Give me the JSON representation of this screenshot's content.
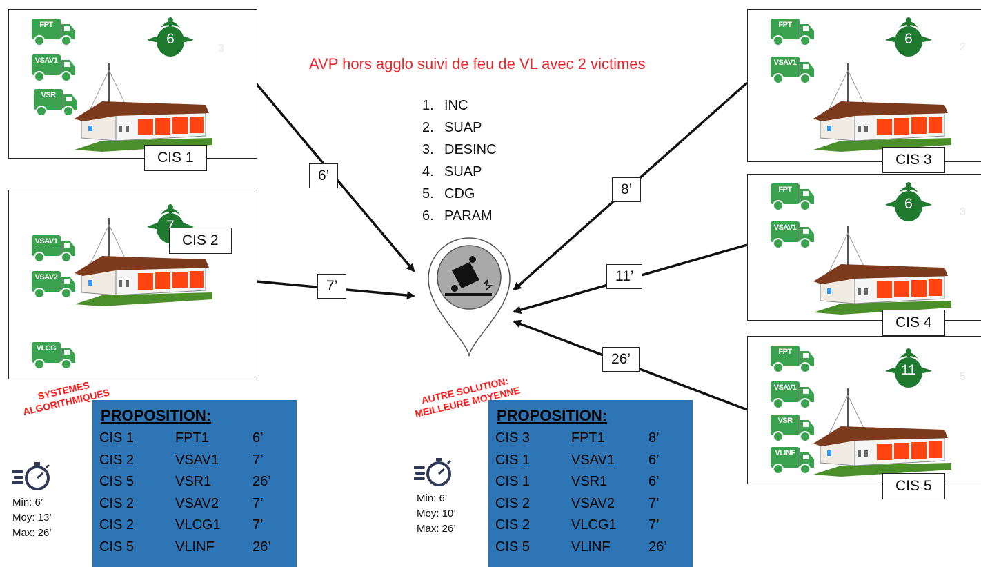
{
  "title": "AVP hors agglo suivi de feu de VL avec 2 victimes",
  "priority_list": [
    {
      "num": "1.",
      "label": "INC"
    },
    {
      "num": "2.",
      "label": "SUAP"
    },
    {
      "num": "3.",
      "label": "DESINC"
    },
    {
      "num": "4.",
      "label": "SUAP"
    },
    {
      "num": "5.",
      "label": "CDG"
    },
    {
      "num": "6.",
      "label": "PARAM"
    }
  ],
  "stations": [
    {
      "label": "CIS 1",
      "helmet": "6",
      "ghost": "3",
      "trucks": [
        "FPT",
        "VSAV1",
        "VSR"
      ],
      "time": "6’"
    },
    {
      "label": "CIS 2",
      "helmet": "7",
      "ghost": "",
      "trucks": [
        "VSAV1",
        "VSAV2",
        "VLCG"
      ],
      "time": "7’"
    },
    {
      "label": "CIS 3",
      "helmet": "6",
      "ghost": "2",
      "trucks": [
        "FPT",
        "VSAV1"
      ],
      "time": "8’"
    },
    {
      "label": "CIS 4",
      "helmet": "6",
      "ghost": "3",
      "trucks": [
        "FPT",
        "VSAV1"
      ],
      "time": "11’"
    },
    {
      "label": "CIS 5",
      "helmet": "11",
      "ghost": "5",
      "trucks": [
        "FPT",
        "VSAV1",
        "VSR",
        "VLINF"
      ],
      "time": "26’"
    }
  ],
  "left_panel": {
    "annotation": [
      "SYSTEMES",
      "ALGORITHMIQUES"
    ],
    "heading": "PROPOSITION:",
    "rows": [
      [
        "CIS 1",
        "FPT1",
        "6’"
      ],
      [
        "CIS 2",
        "VSAV1",
        "7’"
      ],
      [
        "CIS 5",
        "VSR1",
        "26’"
      ],
      [
        "CIS 2",
        "VSAV2",
        "7’"
      ],
      [
        "CIS 2",
        "VLCG1",
        "7’"
      ],
      [
        "CIS 5",
        "VLINF",
        "26’"
      ]
    ],
    "stats": [
      "Min: 6’",
      "Moy: 13’",
      "Max: 26’"
    ]
  },
  "right_panel": {
    "annotation": [
      "AUTRE SOLUTION:",
      "MEILLEURE MOYENNE"
    ],
    "heading": "PROPOSITION:",
    "rows": [
      [
        "CIS 3",
        "FPT1",
        "8’"
      ],
      [
        "CIS 1",
        "VSAV1",
        "6’"
      ],
      [
        "CIS 1",
        "VSR1",
        "6’"
      ],
      [
        "CIS 2",
        "VSAV2",
        "7’"
      ],
      [
        "CIS 2",
        "VLCG1",
        "7’"
      ],
      [
        "CIS 5",
        "VLINF",
        "26’"
      ]
    ],
    "stats": [
      "Min: 6’",
      "Moy: 10’",
      "Max: 26’"
    ]
  },
  "colors": {
    "accent_red": "#e8252b",
    "vehicle_green": "#3aa14f",
    "helmet_green": "#1f7a2f",
    "panel_blue": "#2e75b6"
  },
  "icons": {
    "incident": "car-accident-icon",
    "stopwatch": "stopwatch-icon"
  }
}
